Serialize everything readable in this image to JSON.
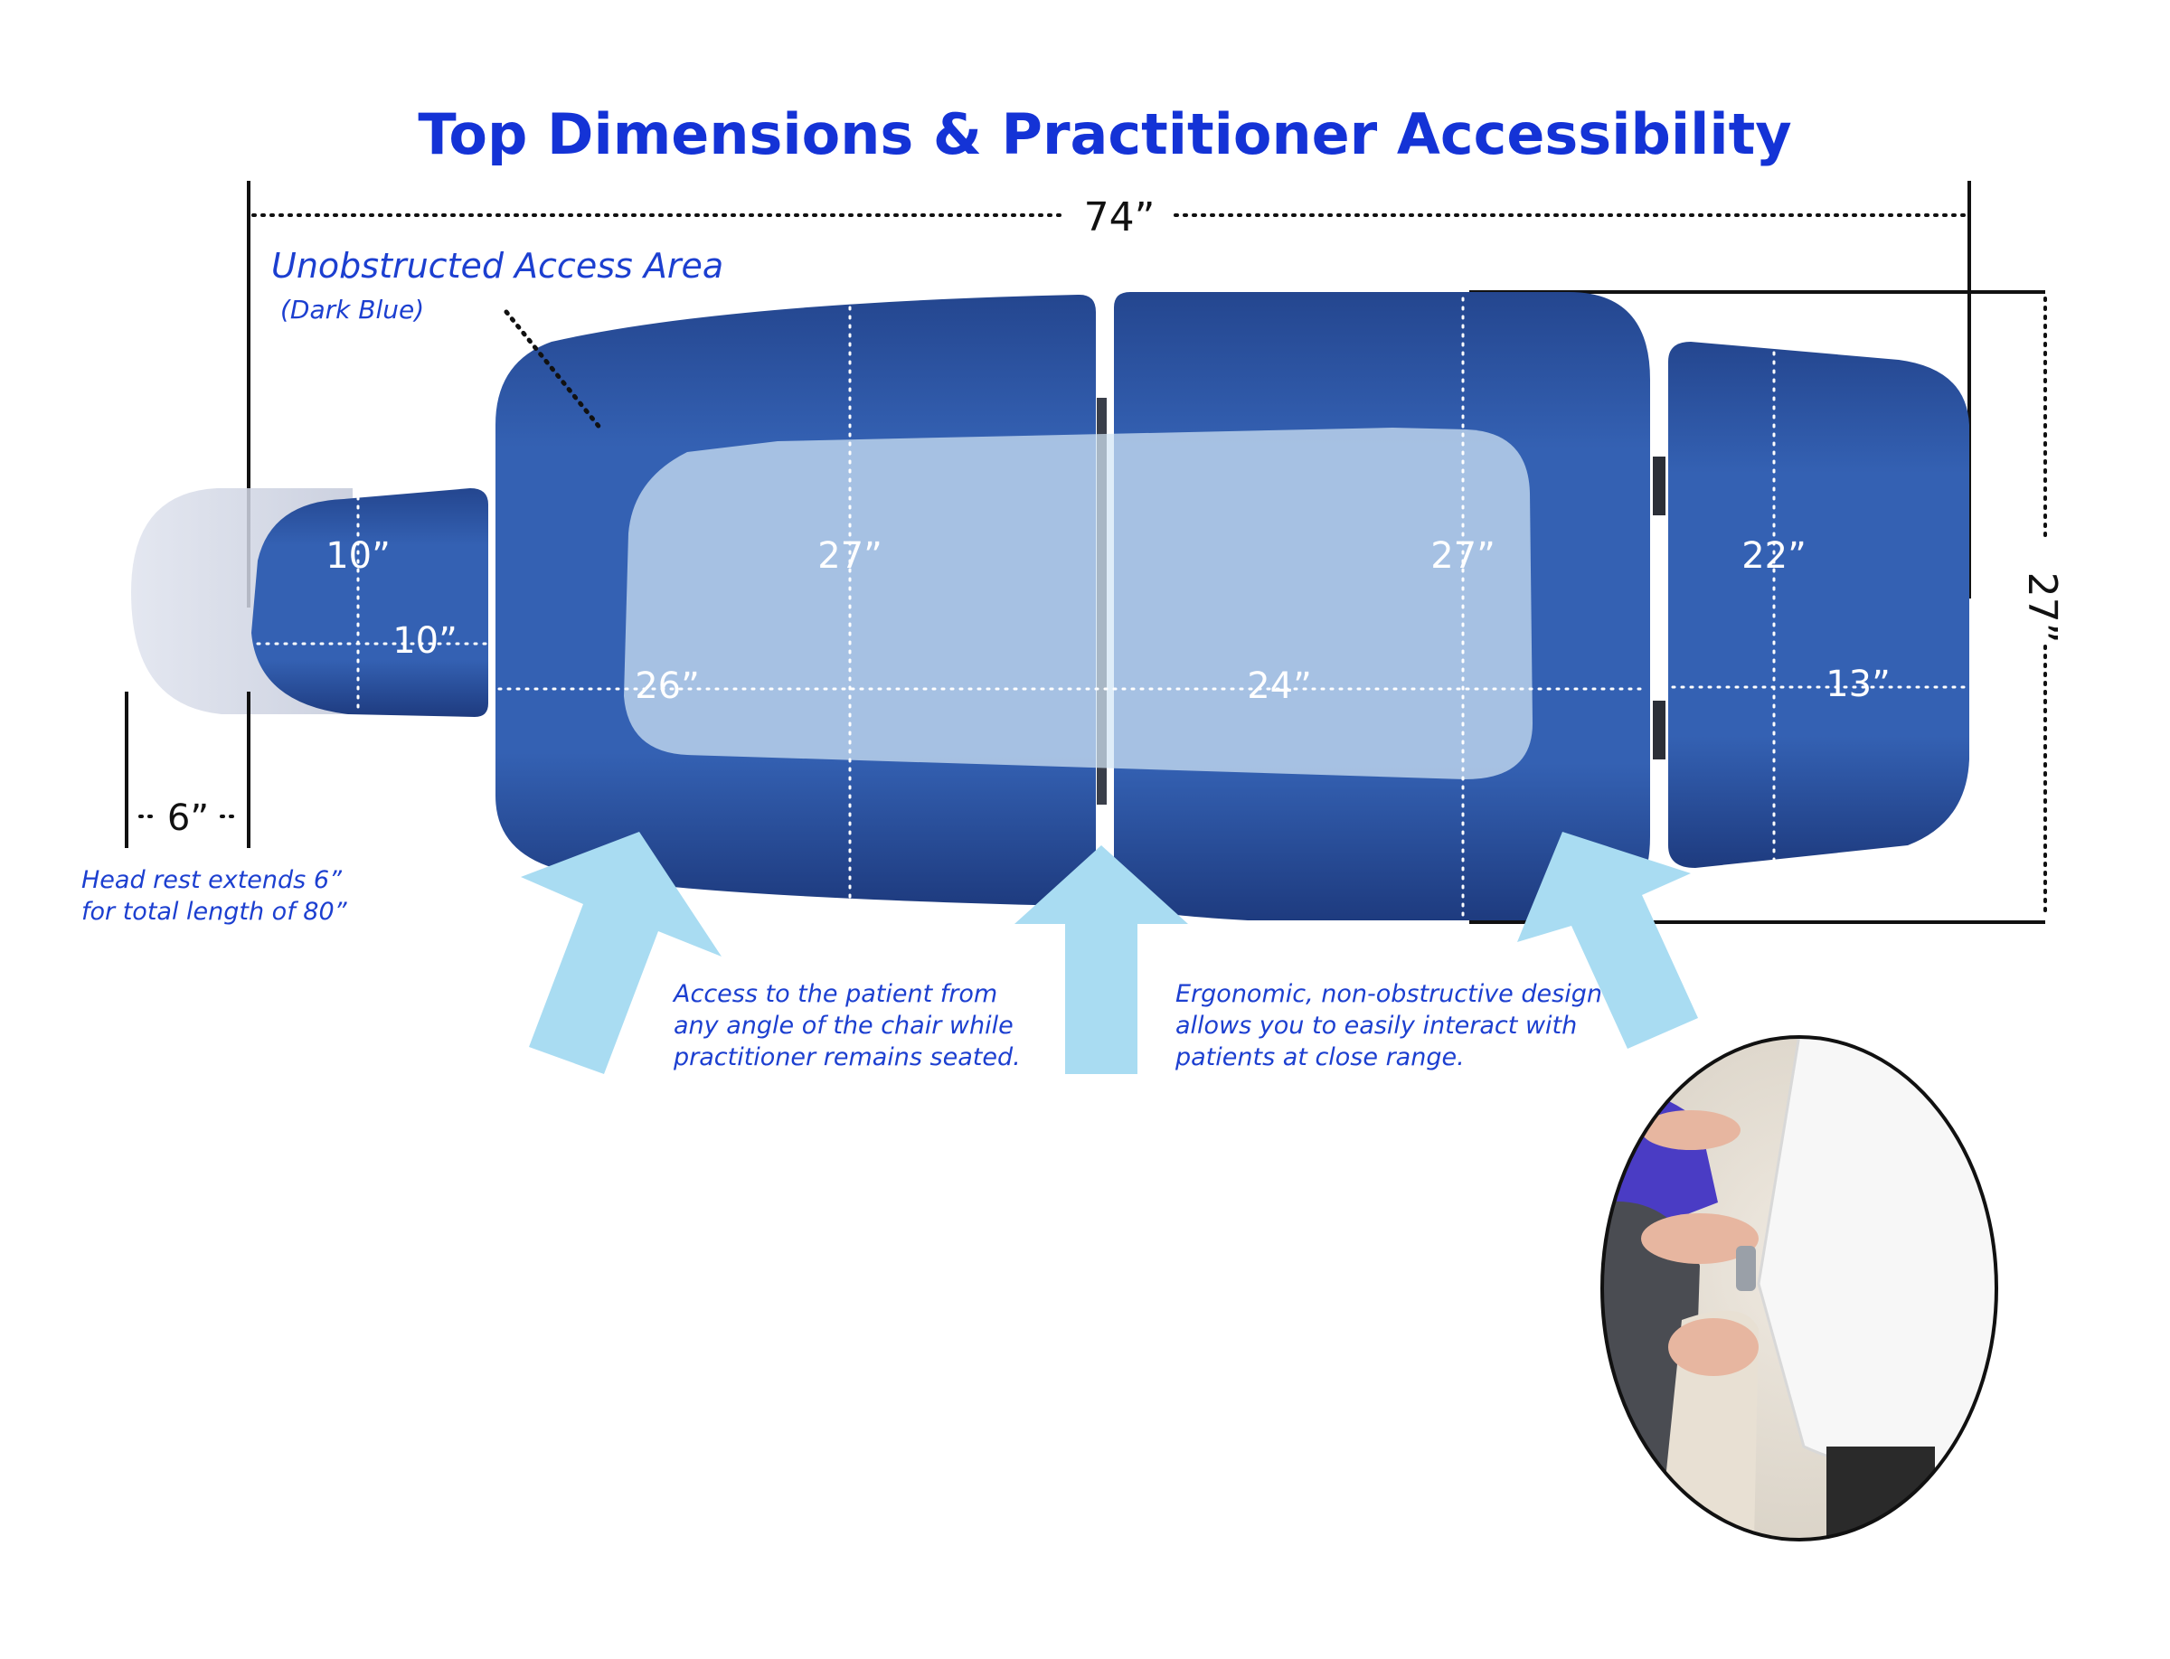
{
  "title": "Top Dimensions & Practitioner Accessibility",
  "overall_length": "74”",
  "overall_width": "27”",
  "headrest_extension": "6”",
  "access_area": {
    "label": "Unobstructed Access Area",
    "sublabel": "(Dark Blue)"
  },
  "headrest_note": {
    "line1": "Head rest extends 6”",
    "line2": "for total length of 80”"
  },
  "sections": {
    "headrest": {
      "width": "10”",
      "length": "10”"
    },
    "backrest": {
      "width": "27”",
      "length": "26”"
    },
    "seat": {
      "width": "27”",
      "length": "24”"
    },
    "legrest": {
      "width": "22”",
      "length": "13”"
    }
  },
  "callout_access": {
    "line1": "Access to the patient from",
    "line2": "any angle of the chair while",
    "line3": "practitioner remains seated."
  },
  "callout_ergonomic": {
    "line1": "Ergonomic, non-obstructive design",
    "line2": "allows you to easily interact with",
    "line3": "patients at close range."
  },
  "colors": {
    "title": "#1433d6",
    "cushion": "#2c55a8",
    "cushion_dark": "#1e3d86",
    "overlay": "#c4dcf0",
    "arrow": "#a9dcf2",
    "note_text": "#1c3fd0"
  }
}
